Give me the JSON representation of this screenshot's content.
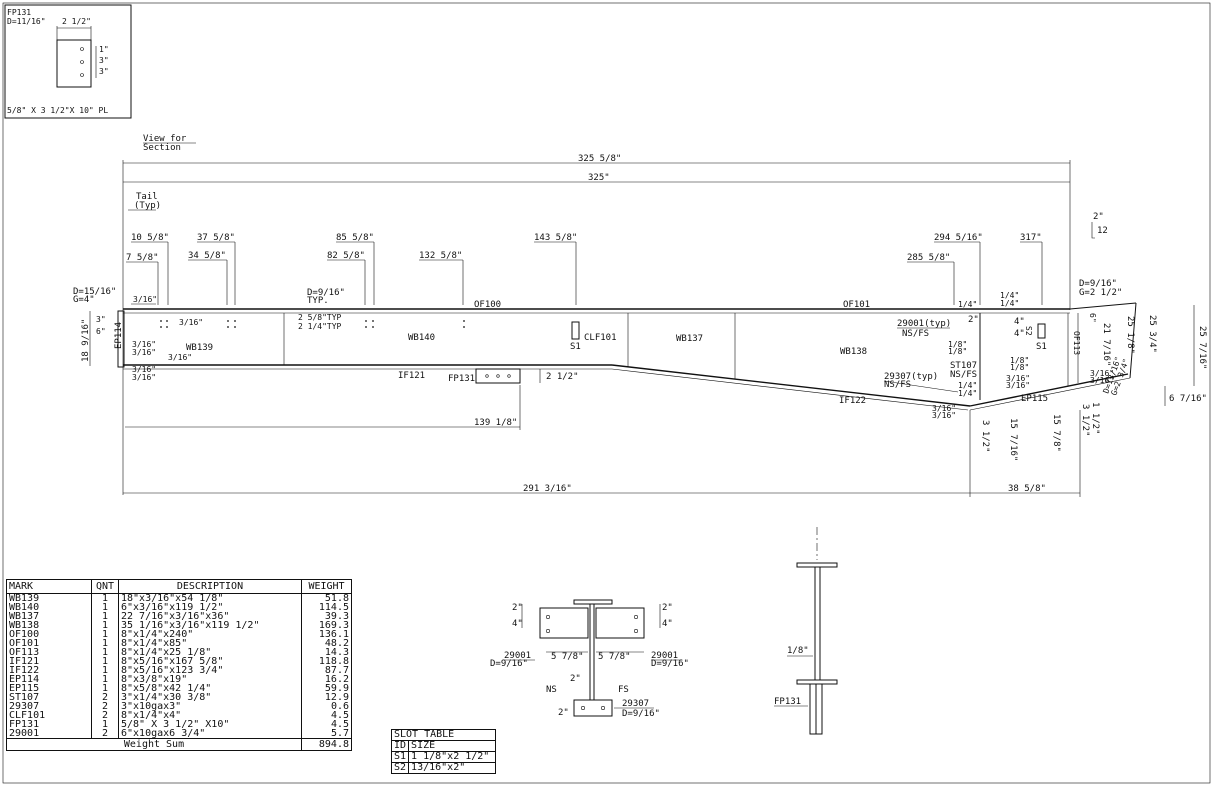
{
  "detail_box": {
    "mark": "FP131",
    "hole": "D=11/16\"",
    "width": "2 1/2\"",
    "spacing": [
      "1\"",
      "3\"",
      "3\""
    ],
    "description": "5/8\" X 3 1/2\"X 10\" PL"
  },
  "view_label": [
    "View for",
    "Section"
  ],
  "dims": {
    "overall": "325 5/8\"",
    "overall2": "325\"",
    "tail": "Tail",
    "typ": "(Typ)",
    "d10_5_8": "10 5/8\"",
    "d7_5_8": "7 5/8\"",
    "d37_5_8": "37 5/8\"",
    "d34_5_8": "34 5/8\"",
    "d85_5_8": "85 5/8\"",
    "d82_5_8": "82 5/8\"",
    "d132_5_8": "132 5/8\"",
    "d143_5_8": "143 5/8\"",
    "d294": "294 5/16\"",
    "d285": "285 5/8\"",
    "d317": "317\"",
    "slope_run": "2\"",
    "slope_rise": "12",
    "d139": "139 1/8\"",
    "d291": "291 3/16\"",
    "d38": "38 5/8\"",
    "d18": "18 9/16\"",
    "d3": "3\"",
    "d6": "6\"",
    "d2_5_8typ": "2 5/8\"TYP",
    "d2_1_4typ": "2 1/4\"TYP",
    "d2_1_2": "2 1/2\"",
    "d2": "2\"",
    "d4a": "4\"",
    "d4b": "4\"",
    "d6b": "6\"",
    "d21": "21 7/16\"",
    "d25_1_8": "25 1/8\"",
    "d25_3_4": "25 3/4\"",
    "d25_7_16": "25 7/16\"",
    "d6_7_16": "6 7/16\"",
    "d15_7_16": "15 7/16\"",
    "d15_7_8": "15 7/8\"",
    "d3_1_2": "3 1/2\"",
    "d3_1_2b": "3 1/2\"",
    "d1_1_2": "1 1/2\"",
    "d13": "D=13/16\"",
    "d3_3_4": "G=2 3/4\"",
    "d1_4a": "1/4\"",
    "d1_4b": "1/4\"",
    "d1_4c": "1/4\"",
    "d1_4d": "1/4\""
  },
  "holes": {
    "left": [
      "D=15/16\"",
      "G=4\""
    ],
    "mid": [
      "D=9/16\"",
      "TYP."
    ],
    "right": [
      "D=9/16\"",
      "G=2 1/2\""
    ]
  },
  "parts": {
    "ep114": "EP114",
    "wb139": "WB139",
    "wb140": "WB140",
    "wb137": "WB137",
    "wb138": "WB138",
    "of100": "OF100",
    "of101": "OF101",
    "of113": "OF113",
    "if121": "IF121",
    "if122": "IF122",
    "clf101": "CLF101",
    "fp131": "FP131",
    "ep115": "EP115",
    "s1": "S1",
    "s1b": "S1",
    "s2": "S2",
    "st107": "ST107",
    "nsfs1": "NS/FS",
    "nsfs2": "NS/FS",
    "nsfs3": "NS/FS",
    "p29001": "29001(typ)",
    "p29307": "29307(typ)"
  },
  "welds": {
    "w316": "3/16\"",
    "w18": "1/8\"",
    "w14": "1/4\""
  },
  "section": {
    "d2a": "2\"",
    "d4a": "4\"",
    "d2b": "2\"",
    "d4b": "4\"",
    "p1": "29001",
    "h1": "D=9/16\"",
    "w1": "5 7/8\"",
    "w2": "5 7/8\"",
    "p2": "29001",
    "h2": "D=9/16\"",
    "ns": "NS",
    "fs": "FS",
    "d2c": "2\"",
    "d2d": "2\"",
    "p3": "29307",
    "h3": "D=9/16\""
  },
  "side": {
    "gap": "1/8\"",
    "plate": "FP131"
  },
  "bom": {
    "headers": [
      "MARK",
      "QNT",
      "DESCRIPTION",
      "WEIGHT"
    ],
    "rows": [
      [
        "WB139",
        "1",
        "18\"x3/16\"x54 1/8\"",
        "51.8"
      ],
      [
        "WB140",
        "1",
        "6\"x3/16\"x119 1/2\"",
        "114.5"
      ],
      [
        "WB137",
        "1",
        "22 7/16\"x3/16\"x36\"",
        "39.3"
      ],
      [
        "WB138",
        "1",
        "35 1/16\"x3/16\"x119 1/2\"",
        "169.3"
      ],
      [
        "OF100",
        "1",
        "8\"x1/4\"x240\"",
        "136.1"
      ],
      [
        "OF101",
        "1",
        "8\"x1/4\"x85\"",
        "48.2"
      ],
      [
        "OF113",
        "1",
        "8\"x1/4\"x25 1/8\"",
        "14.3"
      ],
      [
        "IF121",
        "1",
        "8\"x5/16\"x167 5/8\"",
        "118.8"
      ],
      [
        "IF122",
        "1",
        "8\"x5/16\"x123 3/4\"",
        "87.7"
      ],
      [
        "EP114",
        "1",
        "8\"x3/8\"x19\"",
        "16.2"
      ],
      [
        "EP115",
        "1",
        "8\"x5/8\"x42 1/4\"",
        "59.9"
      ],
      [
        "ST107",
        "2",
        "3\"x1/4\"x30 3/8\"",
        "12.9"
      ],
      [
        "29307",
        "2",
        "3\"x10gax3\"",
        "0.6"
      ],
      [
        "CLF101",
        "2",
        "8\"x1/4\"x4\"",
        "4.5"
      ],
      [
        "FP131",
        "1",
        "5/8\" X 3 1/2\" X10\"",
        "4.5"
      ],
      [
        "29001",
        "2",
        "6\"x10gax6 3/4\"",
        "5.7"
      ]
    ],
    "sum_label": "Weight Sum",
    "sum_value": "894.8"
  },
  "slot_table": {
    "title": "SLOT TABLE",
    "headers": [
      "ID",
      "SIZE"
    ],
    "rows": [
      [
        "S1",
        "1 1/8\"x2 1/2\""
      ],
      [
        "S2",
        "13/16\"x2\""
      ]
    ]
  }
}
